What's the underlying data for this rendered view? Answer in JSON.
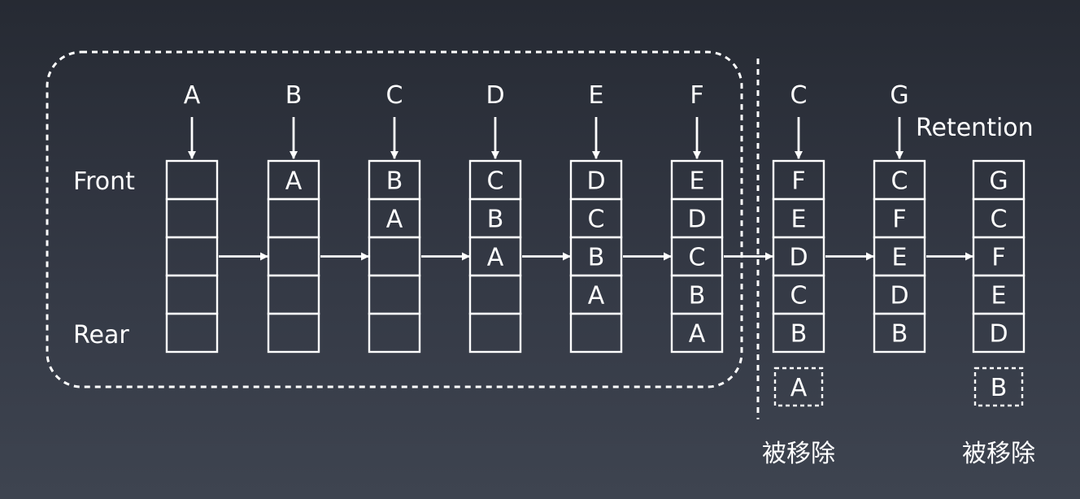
{
  "row_labels": {
    "front": "Front",
    "rear": "Rear"
  },
  "retention_label": "Retention",
  "steps": [
    {
      "input": "A",
      "stack": [
        "",
        "",
        "",
        "",
        ""
      ]
    },
    {
      "input": "B",
      "stack": [
        "A",
        "",
        "",
        "",
        ""
      ]
    },
    {
      "input": "C",
      "stack": [
        "B",
        "A",
        "",
        "",
        ""
      ]
    },
    {
      "input": "D",
      "stack": [
        "C",
        "B",
        "A",
        "",
        ""
      ]
    },
    {
      "input": "E",
      "stack": [
        "D",
        "C",
        "B",
        "A",
        ""
      ]
    },
    {
      "input": "F",
      "stack": [
        "E",
        "D",
        "C",
        "B",
        "A"
      ]
    },
    {
      "input": "C",
      "stack": [
        "F",
        "E",
        "D",
        "C",
        "B"
      ],
      "evicted": "A",
      "evicted_label": "被移除"
    },
    {
      "input": "G",
      "stack": [
        "C",
        "F",
        "E",
        "D",
        "B"
      ]
    },
    {
      "input": "",
      "stack": [
        "G",
        "C",
        "F",
        "E",
        "D"
      ],
      "evicted": "B",
      "evicted_label": "被移除"
    }
  ]
}
